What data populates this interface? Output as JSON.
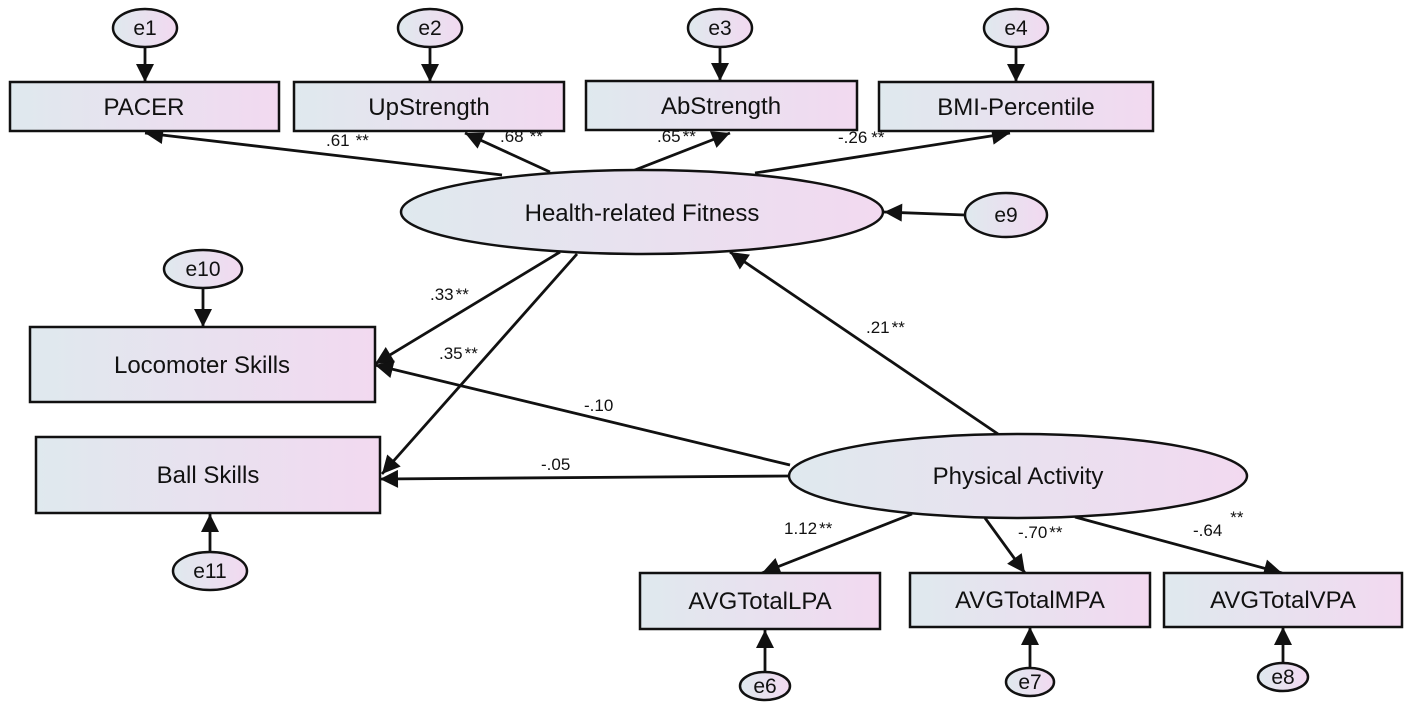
{
  "diagram": {
    "colors": {
      "fill_left": "#dfe9ee",
      "fill_right": "#f2d9f0",
      "stroke": "#111111"
    },
    "latent": {
      "fitness": "Health-related Fitness",
      "activity": "Physical Activity"
    },
    "observed": {
      "pacer": "PACER",
      "upstrength": "UpStrength",
      "abstrength": "AbStrength",
      "bmi": "BMI-Percentile",
      "locomotor": "Locomoter Skills",
      "ball": "Ball Skills",
      "lpa": "AVGTotalLPA",
      "mpa": "AVGTotalMPA",
      "vpa": "AVGTotalVPA"
    },
    "errors": {
      "e1": "e1",
      "e2": "e2",
      "e3": "e3",
      "e4": "e4",
      "e6": "e6",
      "e7": "e7",
      "e8": "e8",
      "e9": "e9",
      "e10": "e10",
      "e11": "e11"
    },
    "coefficients": {
      "pacer": ".61",
      "upstrength": ".68",
      "abstrength": ".65",
      "bmi": "-.26",
      "fit_loco": ".33",
      "fit_ball": ".35",
      "pa_fit": ".21",
      "pa_loco": "-.10",
      "pa_ball": "-.05",
      "lpa": "1.12",
      "mpa": "-.70",
      "vpa": "-.64"
    },
    "significance": "**"
  }
}
